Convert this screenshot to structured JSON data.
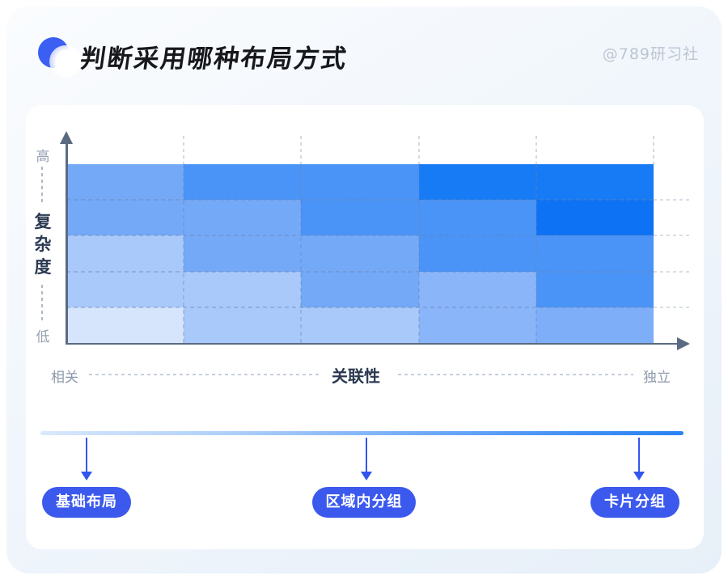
{
  "header": {
    "title": "判断采用哪种布局方式",
    "handle": "@789研习社",
    "logo_color": "#3b5ff2"
  },
  "chart_data": {
    "type": "heatmap",
    "title": "判断采用哪种布局方式",
    "xlabel": "关联性",
    "x_min_label": "相关",
    "x_max_label": "独立",
    "ylabel": "复杂度",
    "y_max_label": "高",
    "y_min_label": "低",
    "rows": 5,
    "cols": 5,
    "grid_lines": "dashed",
    "cell_colors_rows_top_to_bottom": [
      [
        "#74A9F7",
        "#4A93F7",
        "#4A93F7",
        "#177BF5",
        "#177BF5"
      ],
      [
        "#74A9F7",
        "#74A9F7",
        "#4A93F7",
        "#4A93F7",
        "#0D72F4"
      ],
      [
        "#A9C9FA",
        "#74A9F7",
        "#74A9F7",
        "#4A93F7",
        "#4A93F7"
      ],
      [
        "#A9C9FA",
        "#A9C9FA",
        "#74A9F7",
        "#8AB5F9",
        "#4A93F7"
      ],
      [
        "#D6E5FC",
        "#A9C9FA",
        "#A9C9FA",
        "#8AB5F9",
        "#7FAEF8"
      ]
    ]
  },
  "legend": {
    "button_color": "#3c59ee",
    "arrow_color": "#3156ee",
    "bar_gradient": [
      "#D9E8FC",
      "#AECFF9",
      "#6FA9F7",
      "#3E8EF6",
      "#2A83F4"
    ],
    "items": [
      {
        "label": "基础布局"
      },
      {
        "label": "区域内分组"
      },
      {
        "label": "卡片分组"
      }
    ]
  }
}
